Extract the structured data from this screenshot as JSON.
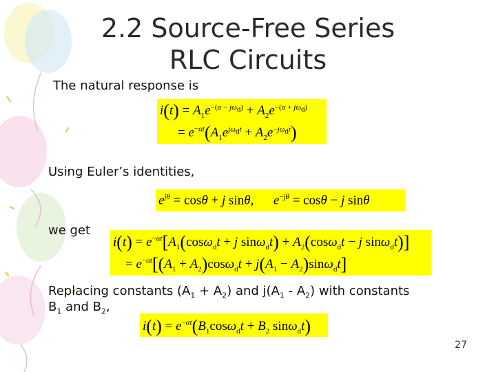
{
  "slide": {
    "title_line1": "2.2 Source-Free Series",
    "title_line2": "RLC Circuits",
    "intro": "The natural response is",
    "euler_label": "Using Euler’s identities,",
    "get_label": "we get",
    "replace_line1_a": "Replacing constants (A",
    "replace_sub1": "1",
    "replace_line1_b": " + A",
    "replace_sub2": "2",
    "replace_line1_c": ") and j(A",
    "replace_sub3": "1",
    "replace_line1_d": " - A",
    "replace_sub4": "2",
    "replace_line1_e": ") with constants",
    "replace_line2_a": "B",
    "replace_sub5": "1",
    "replace_line2_b": " and B",
    "replace_sub6": "2",
    "replace_line2_c": ",",
    "page_number": "27"
  },
  "colors": {
    "equation_highlight": "#ffff00",
    "balloon_pink": "#f7d6e6",
    "balloon_blue": "#cfe6f7",
    "balloon_green": "#dff0d0",
    "balloon_yellow": "#fbf5c8"
  }
}
